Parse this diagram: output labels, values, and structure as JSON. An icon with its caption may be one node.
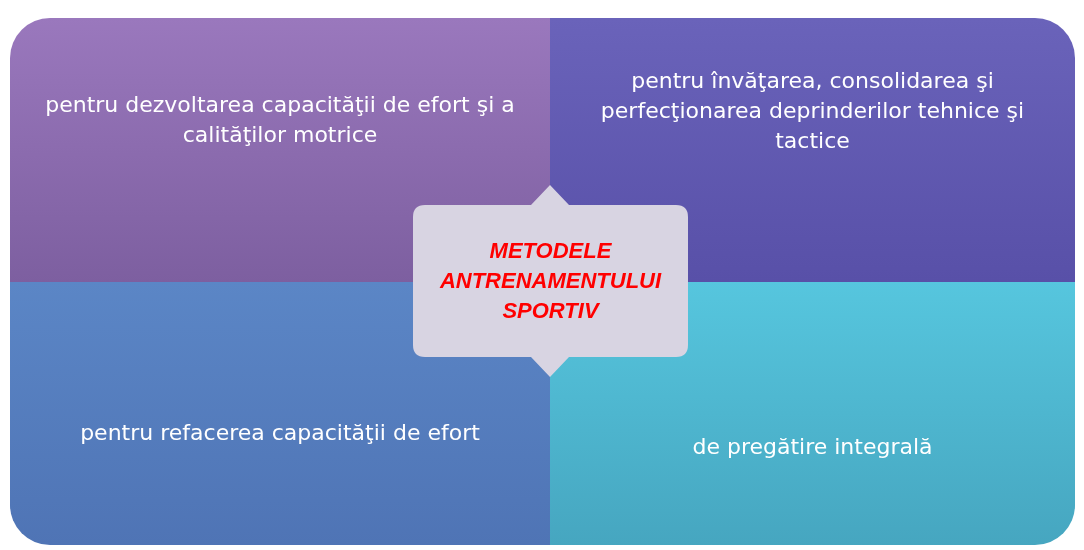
{
  "diagram": {
    "nodes": [
      {
        "text": [
          "pentru dezvoltarea capacităţii de efort şi a calităţilor motrice"
        ]
      },
      {
        "text": [
          "pentru învăţarea, consolidarea şi perfecţionarea deprinderilor tehnice şi tactice"
        ]
      },
      {
        "text": [
          "pentru refacerea capacităţii de efort"
        ]
      },
      {
        "text": [
          "de pregătire integrală"
        ]
      },
      {
        "text": [
          "METODELE ANTRENAMENTULUI SPORTIV"
        ]
      }
    ]
  }
}
